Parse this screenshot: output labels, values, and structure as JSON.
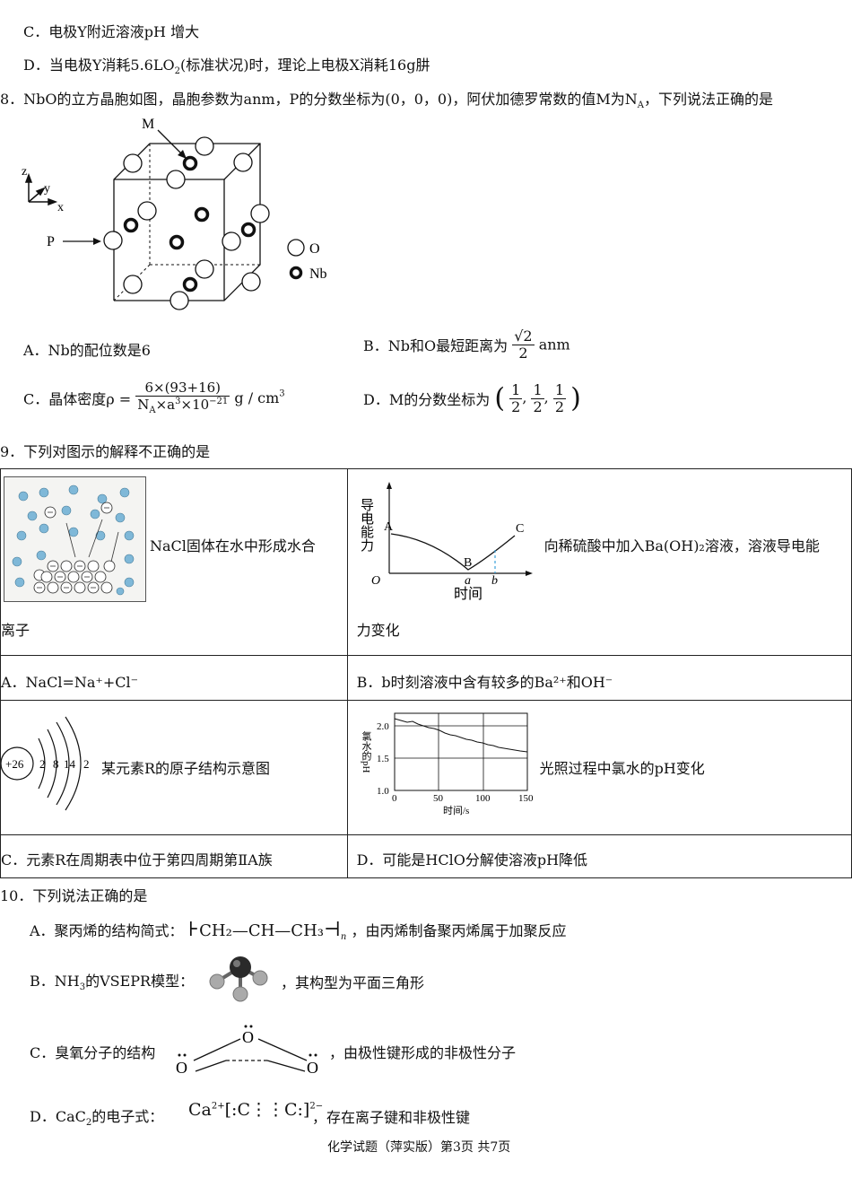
{
  "q7": {
    "optC": "C．电极Y附近溶液pH 增大",
    "optD_pre": "D．当电极Y消耗",
    "optD_num": "5.6LO",
    "optD_sub": "2",
    "optD_post": "(标准状况)时，理论上电极X消耗",
    "optD_mass": "16g",
    "optD_end": "肼"
  },
  "q8": {
    "stem": "8．NbO的立方晶胞如图，晶胞参数为anm，P的分数坐标为(0，0，0)，阿伏加德罗常数的值M为N",
    "stem_sub": "A",
    "stem_end": "，下列说法正确的是",
    "fig": {
      "label_M": "M",
      "label_P": "P",
      "axis_z": "z",
      "axis_y": "y",
      "axis_x": "x",
      "legend_O": "O",
      "legend_Nb": "Nb"
    },
    "optA": "A．Nb的配位数是6",
    "optB_pre": "B．Nb和O最短距离为",
    "optB_num": "√2",
    "optB_den": "2",
    "optB_unit": "anm",
    "optC_pre": "C．晶体密度ρ =",
    "optC_num": "6×(93+16)",
    "optC_den": "N",
    "optC_den_sub": "A",
    "optC_den_rest": "×a",
    "optC_den_sup": "3",
    "optC_den_rest2": "×10",
    "optC_den_sup2": "−21",
    "optC_unit": "g / cm",
    "optC_unit_sup": "3",
    "optD_pre": "D．M的分数坐标为",
    "optD_frac_n": "1",
    "optD_frac_d": "2"
  },
  "q9": {
    "stem": "9．下列对图示的解释不正确的是",
    "img1_caption1": "NaCl固体在水中形成水合",
    "img1_caption2": "离子",
    "img2_caption1": "向稀硫酸中加入Ba(OH)₂溶液，溶液导电能",
    "img2_caption2": "力变化",
    "img2": {
      "ylabel": "导电能力",
      "xlabel": "时间",
      "A": "A",
      "B": "B",
      "C": "C",
      "O": "O",
      "a": "a",
      "b": "b"
    },
    "optA": "A．NaCl=Na⁺+Cl⁻",
    "optB": "B．b时刻溶液中含有较多的Ba²⁺和OH⁻",
    "img3_caption": "某元素R的原子结构示意图",
    "img3": {
      "nucleus": "+26",
      "shells": [
        "2",
        "8",
        "14",
        "2"
      ]
    },
    "img4_caption": "光照过程中氯水的pH变化",
    "img4": {
      "ylabel": "氯水的pH",
      "xlabel": "时间/s",
      "yticks": [
        "2.0",
        "1.5",
        "1.0"
      ],
      "xticks": [
        "0",
        "50",
        "100",
        "150"
      ]
    },
    "optC": "C．元素R在周期表中位于第四周期第ⅡA族",
    "optD": "D．可能是HClO分解使溶液pH降低"
  },
  "q10": {
    "stem": "10．下列说法正确的是",
    "optA_pre": "A．聚丙烯的结构简式：",
    "optA_formula": "CH₂—CH—CH₃",
    "optA_n": "n",
    "optA_post": "，由丙烯制备聚丙烯属于加聚反应",
    "optB_pre": "B．NH",
    "optB_sub": "3",
    "optB_mid": "的VSEPR模型：",
    "optB_post": "，其构型为平面三角形",
    "optC_pre": "C．臭氧分子的结构",
    "optC_atom": "O",
    "optC_post": "，由极性键形成的非极性分子",
    "optD_pre": "D．CaC",
    "optD_sub": "2",
    "optD_mid": "的电子式：",
    "optD_ca": "Ca",
    "optD_ca_sup": "2+",
    "optD_anion": "[:C⋮⋮C:]",
    "optD_anion_sup": "2−",
    "optD_post": "，存在离子键和非极性键"
  },
  "footer": "化学试题（萍实版）第3页 共7页"
}
